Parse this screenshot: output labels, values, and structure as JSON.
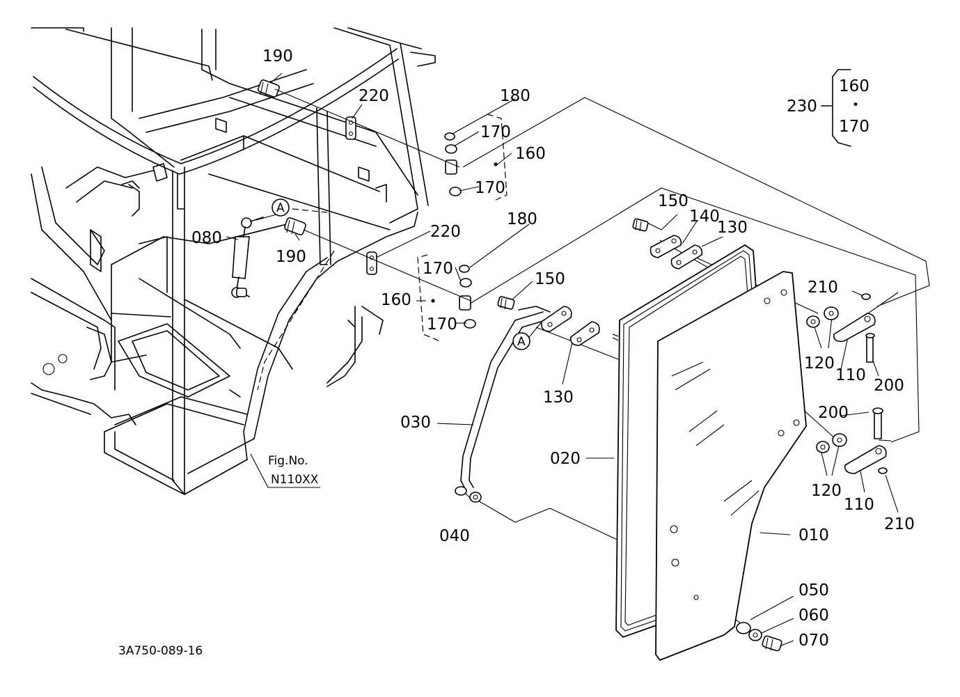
{
  "labels": {
    "p010": "010",
    "p020": "020",
    "p030": "030",
    "p040": "040",
    "p050": "050",
    "p060": "060",
    "p070": "070",
    "p080": "080",
    "p110a": "110",
    "p110b": "110",
    "p120a": "120",
    "p120b": "120",
    "p130a": "130",
    "p130b": "130",
    "p140": "140",
    "p150a": "150",
    "p150b": "150",
    "p160a": "160",
    "p160b": "160",
    "p170a": "170",
    "p170b": "170",
    "p170c": "170",
    "p170d": "170",
    "p180a": "180",
    "p180b": "180",
    "p190a": "190",
    "p190b": "190",
    "p200a": "200",
    "p200b": "200",
    "p210a": "210",
    "p210b": "210",
    "p220a": "220",
    "p220b": "220",
    "p230": "230",
    "key160": "160",
    "key170": "170",
    "keydot": "•"
  },
  "markers": {
    "a1": "A",
    "a2": "A"
  },
  "fig_ref": {
    "label": "Fig.No.",
    "number": "N110XX"
  },
  "drawing_number": "3A750-089-16"
}
